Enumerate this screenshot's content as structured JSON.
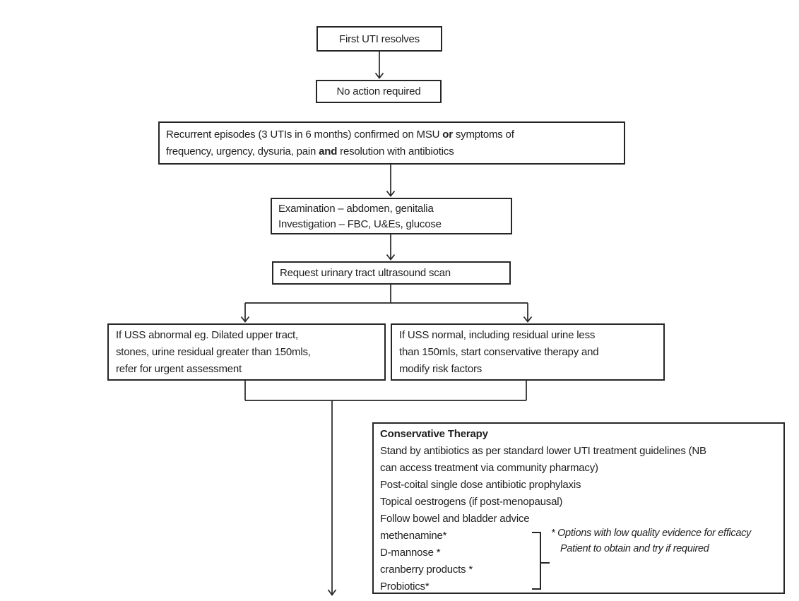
{
  "diagram": {
    "type": "flowchart",
    "colors": {
      "stroke": "#262626",
      "text": "#1f1f1f",
      "node_bg": "#ffffff",
      "page_bg": "#ffffff"
    },
    "nodes": {
      "first_uti": {
        "text": "First UTI resolves"
      },
      "no_action": {
        "text": "No action required"
      },
      "recurrent": {
        "line1_pre": "Recurrent episodes (3 UTIs in 6 months) confirmed on MSU ",
        "line1_bold": "or",
        "line1_post": " symptoms of",
        "line2_pre": "frequency, urgency, dysuria, pain ",
        "line2_bold": "and",
        "line2_post": " resolution with antibiotics"
      },
      "examination": {
        "line1": "Examination – abdomen, genitalia",
        "line2": "Investigation – FBC, U&Es, glucose"
      },
      "ultrasound": {
        "text": "Request urinary tract ultrasound scan"
      },
      "uss_abnormal": {
        "line1": "If USS abnormal eg. Dilated upper tract,",
        "line2": "stones, urine residual greater than 150mls,",
        "line3": "refer for urgent assessment"
      },
      "uss_normal": {
        "line1": "If USS normal, including residual urine less",
        "line2": "than 150mls, start conservative therapy and",
        "line3": "modify risk factors"
      },
      "conservative": {
        "title": "Conservative Therapy",
        "lines": [
          "Stand by antibiotics as per standard lower UTI treatment guidelines (NB",
          "can access treatment via community pharmacy)",
          "Post-coital single dose antibiotic prophylaxis",
          "Topical oestrogens (if post-menopausal)",
          "Follow bowel and bladder advice"
        ],
        "starred": [
          "methenamine*",
          "D-mannose *",
          "cranberry products *",
          "Probiotics*"
        ],
        "note_line1": "* Options with low quality evidence for efficacy",
        "note_line2": "Patient to obtain and try if required"
      }
    }
  }
}
